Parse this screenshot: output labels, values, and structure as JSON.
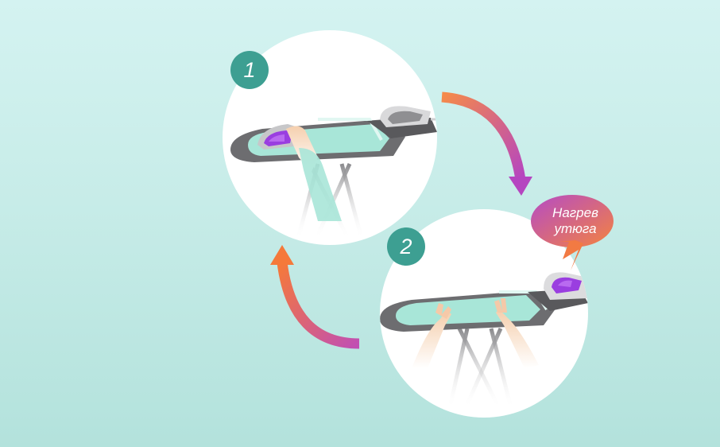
{
  "steps": [
    {
      "number": "1"
    },
    {
      "number": "2"
    }
  ],
  "bubble": {
    "line1": "Нагрев",
    "line2": "утюга"
  },
  "colors": {
    "background": "#c7ece8",
    "badge": "#3d9f92",
    "arrow_start": "#f58a4a",
    "arrow_end": "#c14fb3",
    "iron_soleplate": "#9a3ee0",
    "board_cover": "#a8e6d8",
    "board_frame": "#6d6d70"
  },
  "icons": [
    "ironing-board-icon",
    "iron-icon",
    "hand-icon",
    "cycle-arrow-icon",
    "speech-bubble-icon"
  ]
}
